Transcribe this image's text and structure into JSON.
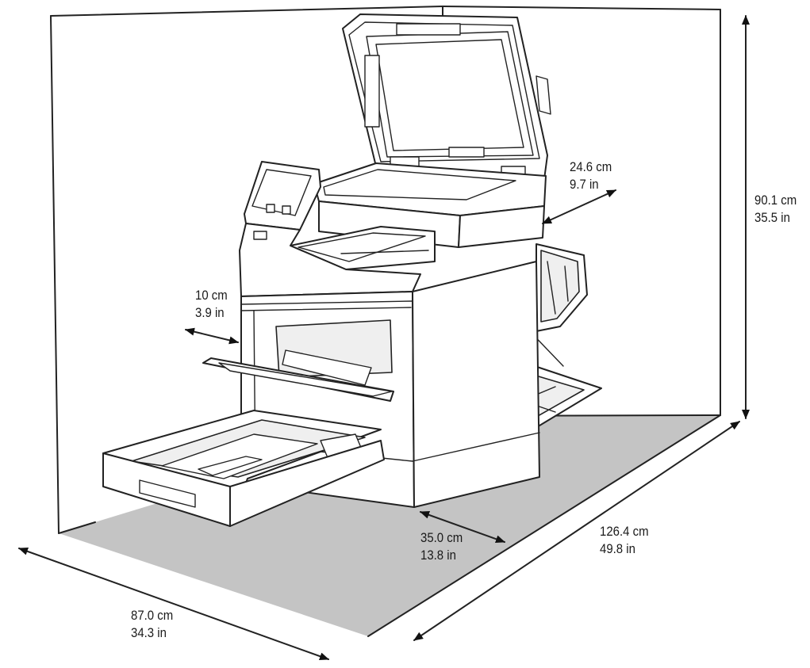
{
  "dimensions": {
    "height": {
      "metric": "90.1 cm",
      "imperial": "35.5 in"
    },
    "rear_clearance": {
      "metric": "24.6 cm",
      "imperial": "9.7 in"
    },
    "left_clearance": {
      "metric": "10 cm",
      "imperial": "3.9 in"
    },
    "front_clearance": {
      "metric": "35.0 cm",
      "imperial": "13.8 in"
    },
    "depth": {
      "metric": "126.4 cm",
      "imperial": "49.8 in"
    },
    "width": {
      "metric": "87.0 cm",
      "imperial": "34.3 in"
    }
  },
  "colors": {
    "floor": "#c4c4c4",
    "line": "#222222",
    "printer_body": "#ffffff"
  }
}
